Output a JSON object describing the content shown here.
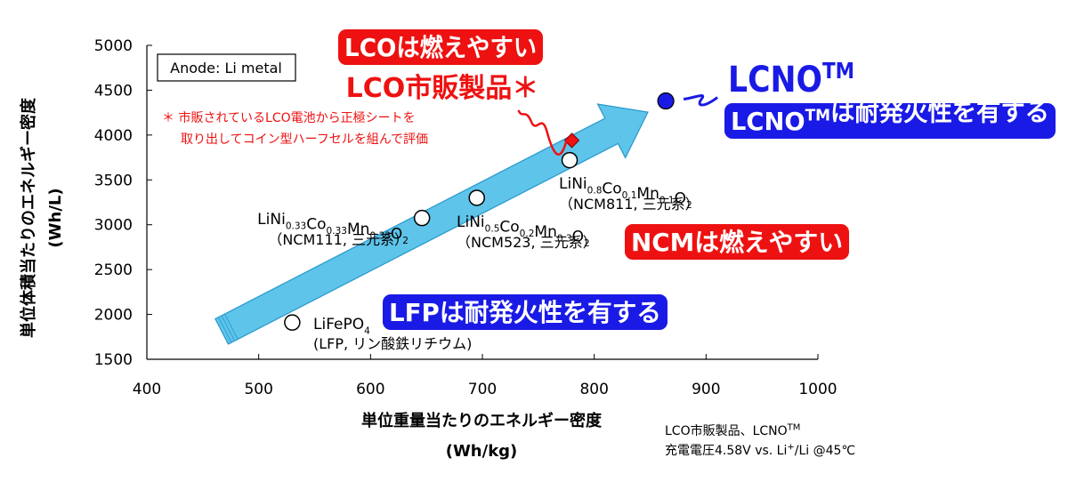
{
  "chart_data": {
    "type": "scatter",
    "xlabel": "単位重量当たりのエネルギー密度",
    "xlabel_unit": "(Wh/kg)",
    "ylabel": "単位体積当たりのエネルギー密度",
    "ylabel_unit": "(Wh/L)",
    "xlim": [
      400,
      1000
    ],
    "ylim": [
      1500,
      5000
    ],
    "x_ticks": [
      400,
      500,
      600,
      700,
      800,
      900,
      1000
    ],
    "y_ticks": [
      1500,
      2000,
      2500,
      3000,
      3500,
      4000,
      4500,
      5000
    ],
    "legend_box": "Anode: Li metal",
    "points": [
      {
        "x": 530,
        "y": 1910,
        "marker": "open-circle",
        "formula": [
          [
            "LiFePO",
            ""
          ],
          [
            "4",
            "sub"
          ]
        ],
        "label2": "(LFP, リン酸鉄リチウム)"
      },
      {
        "x": 646,
        "y": 3075,
        "marker": "open-circle",
        "formula": [
          [
            "LiNi",
            ""
          ],
          [
            "0.33",
            "sub"
          ],
          [
            "Co",
            ""
          ],
          [
            "0.33",
            "sub"
          ],
          [
            "Mn",
            ""
          ],
          [
            "0.33",
            "sub"
          ],
          [
            "O",
            ""
          ],
          [
            "2",
            "sub"
          ]
        ],
        "label2": "（NCM111, 三元系）"
      },
      {
        "x": 695,
        "y": 3300,
        "marker": "open-circle",
        "formula": [
          [
            "LiNi",
            ""
          ],
          [
            "0.5",
            "sub"
          ],
          [
            "Co",
            ""
          ],
          [
            "0.2",
            "sub"
          ],
          [
            "Mn",
            ""
          ],
          [
            "0.3",
            "sub"
          ],
          [
            "O",
            ""
          ],
          [
            "2",
            "sub"
          ]
        ],
        "label2": "（NCM523, 三元系）"
      },
      {
        "x": 778,
        "y": 3720,
        "marker": "open-circle",
        "formula": [
          [
            "LiNi",
            ""
          ],
          [
            "0.8",
            "sub"
          ],
          [
            "Co",
            ""
          ],
          [
            "0.1",
            "sub"
          ],
          [
            "Mn",
            ""
          ],
          [
            "0.1",
            "sub"
          ],
          [
            "O",
            ""
          ],
          [
            "2",
            "sub"
          ]
        ],
        "label2": "（NCM811, 三元系）"
      },
      {
        "x": 780,
        "y": 3940,
        "marker": "red-diamond",
        "label": "LCO市販製品＊"
      },
      {
        "x": 864,
        "y": 4380,
        "marker": "blue-circle",
        "label": "LCNO",
        "label_sup": "TM"
      }
    ],
    "trend_arrow": {
      "from": [
        467,
        1810
      ],
      "to": [
        848,
        4255
      ]
    },
    "callouts": {
      "lco": "LCOは燃えやすい",
      "lcno": [
        [
          "LCNO",
          ""
        ],
        [
          "TM",
          "sup"
        ],
        [
          "は耐発火性を有する",
          ""
        ]
      ],
      "ncm": "NCMは燃えやすい",
      "lfp": "LFPは耐発火性を有する"
    },
    "footnote": [
      "＊ 市販されているLCO電池から正極シートを",
      "取り出してコイン型ハーフセルを組んで評価"
    ],
    "colors": {
      "red": "#ee1111",
      "blue": "#1a1ae6",
      "arrow_fill": "#5ec4ea",
      "arrow_stroke": "#2898cc"
    }
  },
  "note": {
    "line1": [
      [
        "LCO市販製品、LCNO",
        ""
      ],
      [
        "TM",
        "sup"
      ]
    ],
    "line2": [
      [
        "充電電圧4.58V vs. Li",
        ""
      ],
      [
        "+",
        "sup"
      ],
      [
        "/Li @45℃",
        ""
      ]
    ]
  }
}
